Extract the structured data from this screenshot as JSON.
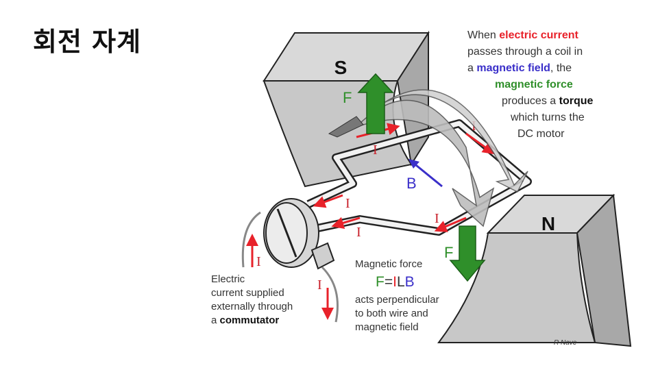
{
  "slide": {
    "title": "회전 자계"
  },
  "poles": {
    "south": "S",
    "north": "N"
  },
  "labels": {
    "force": "F",
    "current": "I",
    "field": "B"
  },
  "caption_top": {
    "line1_a": "When ",
    "line1_b": "electric current",
    "line2": "passes through a  coil in",
    "line3_a": "a ",
    "line3_b": "magnetic field",
    "line3_c": ", the",
    "line4": "magnetic force",
    "line5_a": "produces a ",
    "line5_b": "torque",
    "line6": "which turns the",
    "line7": "DC motor"
  },
  "caption_left": {
    "line1": "Electric",
    "line2": "current supplied",
    "line3": "externally through",
    "line4_a": "a ",
    "line4_b": "commutator"
  },
  "caption_bottom": {
    "line1": "Magnetic force",
    "formula_f": "F",
    "formula_eq": "=",
    "formula_i": "I",
    "formula_l": "L",
    "formula_b": "B",
    "line3": "acts perpendicular",
    "line4": "to both wire and",
    "line5": "magnetic field"
  },
  "credit": "R Nave",
  "colors": {
    "current_red": "#e8222a",
    "field_blue": "#3a2fc9",
    "force_green": "#2f8f2a",
    "magnet_gray": "#c8c8c8"
  }
}
